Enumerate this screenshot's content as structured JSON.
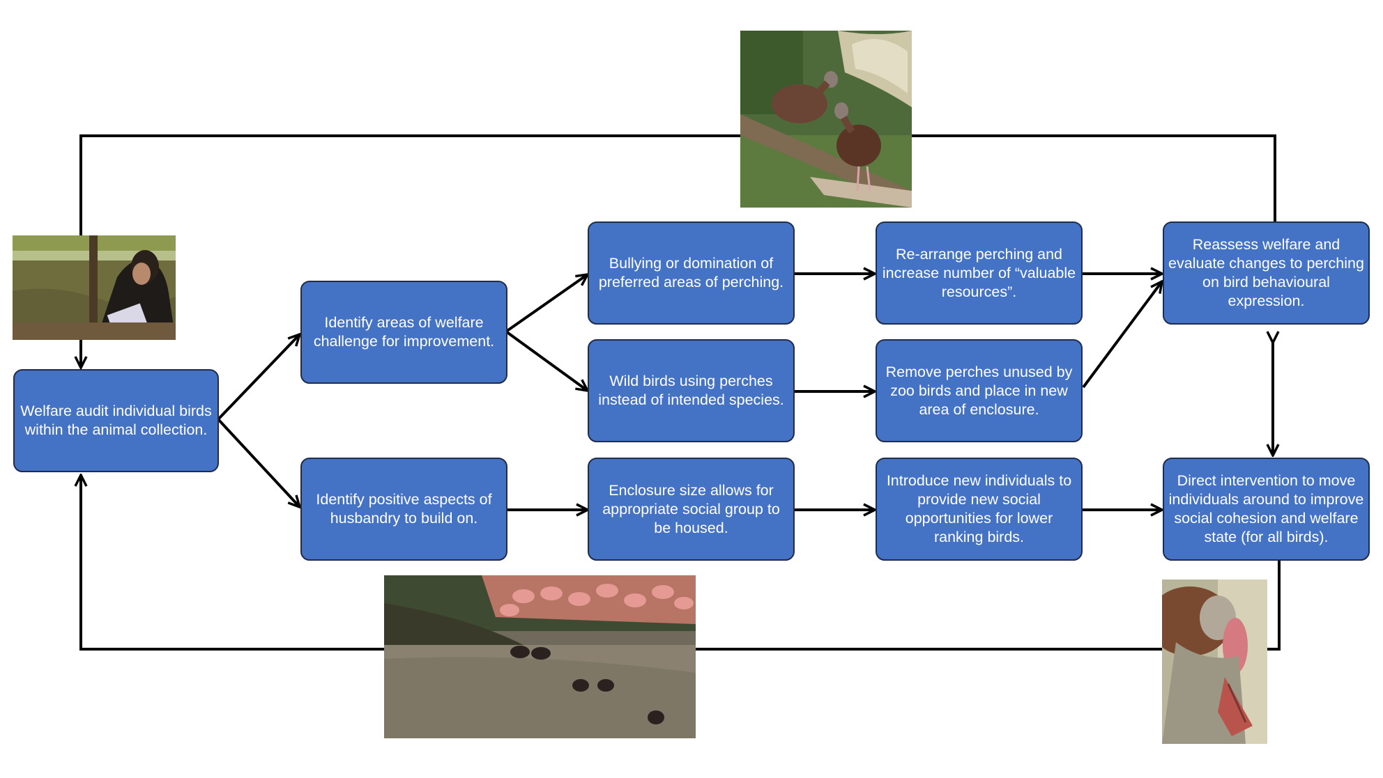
{
  "boxes": {
    "welfare_audit": "Welfare audit individual birds within the animal collection.",
    "identify_challenges": "Identify areas of welfare challenge for improvement.",
    "identify_positive": "Identify positive aspects of husbandry to build on.",
    "bullying": "Bullying or domination of preferred areas of perching.",
    "wild_birds": "Wild birds using perches instead of intended species.",
    "enclosure_size": "Enclosure size allows for appropriate social group to be housed.",
    "rearrange_perching": "Re-arrange perching and increase number of “valuable resources”.",
    "remove_perches": "Remove perches unused by zoo birds and place in new area of enclosure.",
    "introduce_individuals": "Introduce new individuals to provide new social opportunities for lower ranking birds.",
    "reassess_welfare": "Reassess welfare and evaluate changes to perching on bird behavioural expression.",
    "direct_intervention": "Direct intervention to move individuals around to improve social cohesion and welfare state (for all birds)."
  },
  "colors": {
    "box_fill": "#4472c4",
    "box_border": "#1f2c4a",
    "arrow": "#000000"
  },
  "photos": [
    "photo-keeper-with-clipboard",
    "photo-whistling-ducks-on-branch",
    "photo-flamingos-and-ducks-in-water",
    "photo-duck-held-by-hand"
  ]
}
